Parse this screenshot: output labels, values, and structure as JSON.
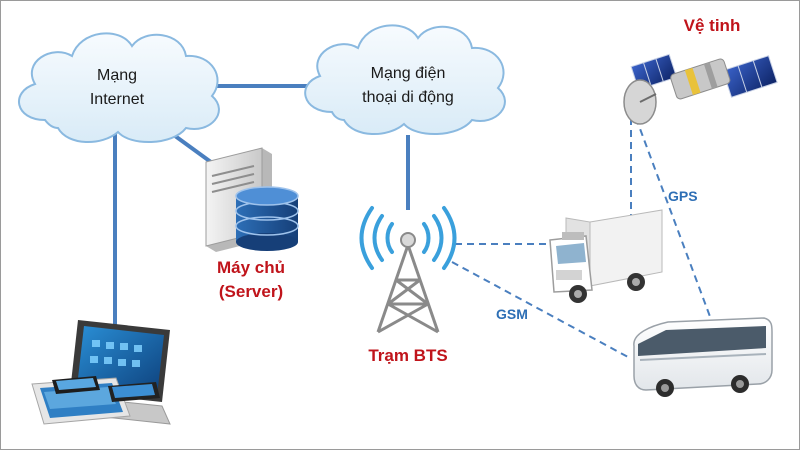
{
  "nodes": {
    "internet_cloud": {
      "line1": "Mạng",
      "line2": "Internet"
    },
    "mobile_cloud": {
      "line1": "Mạng điện",
      "line2": "thoại di động"
    },
    "server": {
      "line1": "Máy chủ",
      "line2": "(Server)"
    },
    "bts": {
      "label": "Trạm BTS"
    },
    "satellite": {
      "label": "Vệ tinh"
    }
  },
  "links": {
    "gps": "GPS",
    "gsm": "GSM"
  },
  "colors": {
    "cloud_fill": "#e9f4fb",
    "cloud_stroke": "#8ab9e0",
    "link_blue": "#4a7fbf",
    "label_red": "#c0141b",
    "signal_blue": "#3aa0dc"
  },
  "icons": [
    "cloud",
    "server-icon",
    "laptop-icon",
    "tablet-icon",
    "phone-icon",
    "antenna-tower-icon",
    "satellite-icon",
    "truck-icon",
    "bus-icon"
  ]
}
